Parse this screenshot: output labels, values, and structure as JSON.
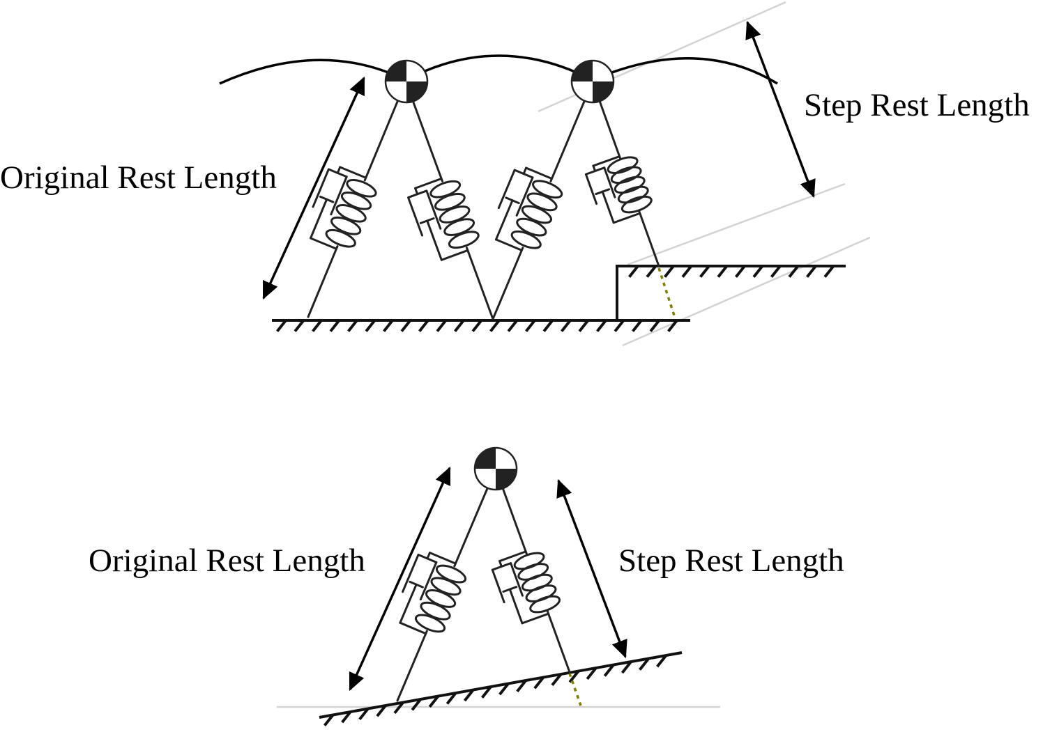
{
  "top_diagram": {
    "left_label": "Original Rest Length",
    "right_label": "Step Rest Length"
  },
  "bottom_diagram": {
    "left_label": "Original Rest Length",
    "right_label": "Step Rest Length"
  },
  "colors": {
    "line": "#222222",
    "guide": "#d3d3d3",
    "projection": "#808000"
  }
}
